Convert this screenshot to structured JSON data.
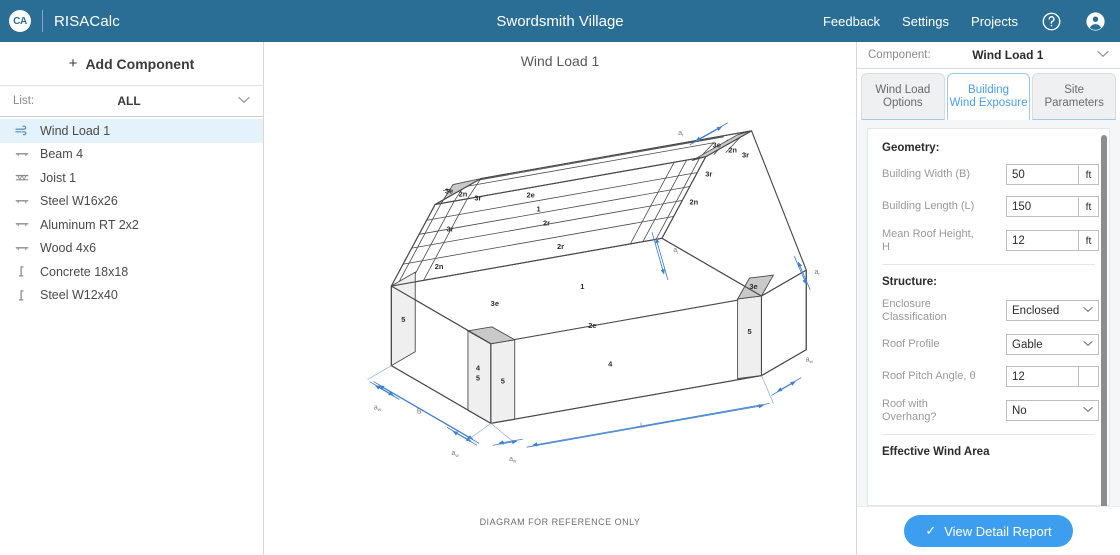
{
  "header": {
    "logo_text": "CA",
    "brand_name": "RISACalc",
    "project_title": "Swordsmith Village",
    "nav": [
      {
        "label": "Feedback",
        "name": "nav-feedback"
      },
      {
        "label": "Settings",
        "name": "nav-settings"
      },
      {
        "label": "Projects",
        "name": "nav-projects"
      }
    ],
    "help_icon": "help-circle-icon",
    "account_icon": "account-circle-icon",
    "bg_color": "#2a6e96"
  },
  "sidebar": {
    "add_component_label": "Add Component",
    "add_component_plus": "+",
    "list_label": "List:",
    "list_value": "ALL",
    "items": [
      {
        "label": "Wind Load 1",
        "icon": "wind-icon",
        "active": true
      },
      {
        "label": "Beam 4",
        "icon": "beam-icon",
        "active": false
      },
      {
        "label": "Joist 1",
        "icon": "joist-icon",
        "active": false
      },
      {
        "label": "Steel W16x26",
        "icon": "beam-icon",
        "active": false
      },
      {
        "label": "Aluminum RT 2x2",
        "icon": "beam-icon",
        "active": false
      },
      {
        "label": "Wood 4x6",
        "icon": "beam-icon",
        "active": false
      },
      {
        "label": "Concrete 18x18",
        "icon": "column-icon",
        "active": false
      },
      {
        "label": "Steel W12x40",
        "icon": "column-icon",
        "active": false
      }
    ]
  },
  "diagram": {
    "title": "Wind Load 1",
    "footnote": "DIAGRAM FOR REFERENCE ONLY",
    "zone_labels": [
      "3e",
      "2n",
      "3r",
      "2r",
      "2e",
      "1",
      "4",
      "5"
    ],
    "dimension_labels": [
      "B",
      "L",
      "a",
      "w",
      "r"
    ],
    "roof_zones_top": [
      "3e",
      "2n",
      "3r",
      "2r",
      "2e",
      "1"
    ],
    "wall_zones": [
      "4",
      "5"
    ],
    "colors": {
      "zone_dark": "#c9c9c9",
      "zone_light": "#efefef",
      "dimension_blue": "#3f7fd0",
      "outline": "#4a4a4a"
    }
  },
  "right_panel": {
    "component_label": "Component:",
    "component_value": "Wind Load 1",
    "tabs": [
      {
        "label_line1": "Wind Load",
        "label_line2": "Options",
        "active": false
      },
      {
        "label_line1": "Building",
        "label_line2": "Wind Exposure",
        "active": true
      },
      {
        "label_line1": "Site",
        "label_line2": "Parameters",
        "active": false
      }
    ],
    "geometry": {
      "title": "Geometry:",
      "fields": [
        {
          "label": "Building Width (B)",
          "value": "50",
          "unit": "ft",
          "type": "text"
        },
        {
          "label": "Building Length (L)",
          "value": "150",
          "unit": "ft",
          "type": "text"
        },
        {
          "label": "Mean Roof Height, H",
          "value": "12",
          "unit": "ft",
          "type": "text"
        }
      ]
    },
    "structure": {
      "title": "Structure:",
      "fields": [
        {
          "label": "Enclosure Classification",
          "value": "Enclosed",
          "type": "select"
        },
        {
          "label": "Roof Profile",
          "value": "Gable",
          "type": "select"
        },
        {
          "label": "Roof Pitch Angle, θ",
          "value": "12",
          "unit": "",
          "type": "text"
        },
        {
          "label": "Roof with Overhang?",
          "value": "No",
          "type": "select"
        }
      ]
    },
    "next_section_title": "Effective Wind Area",
    "report_button": {
      "label": "View Detail Report",
      "check": "✓",
      "color": "#3d9ef0"
    }
  }
}
